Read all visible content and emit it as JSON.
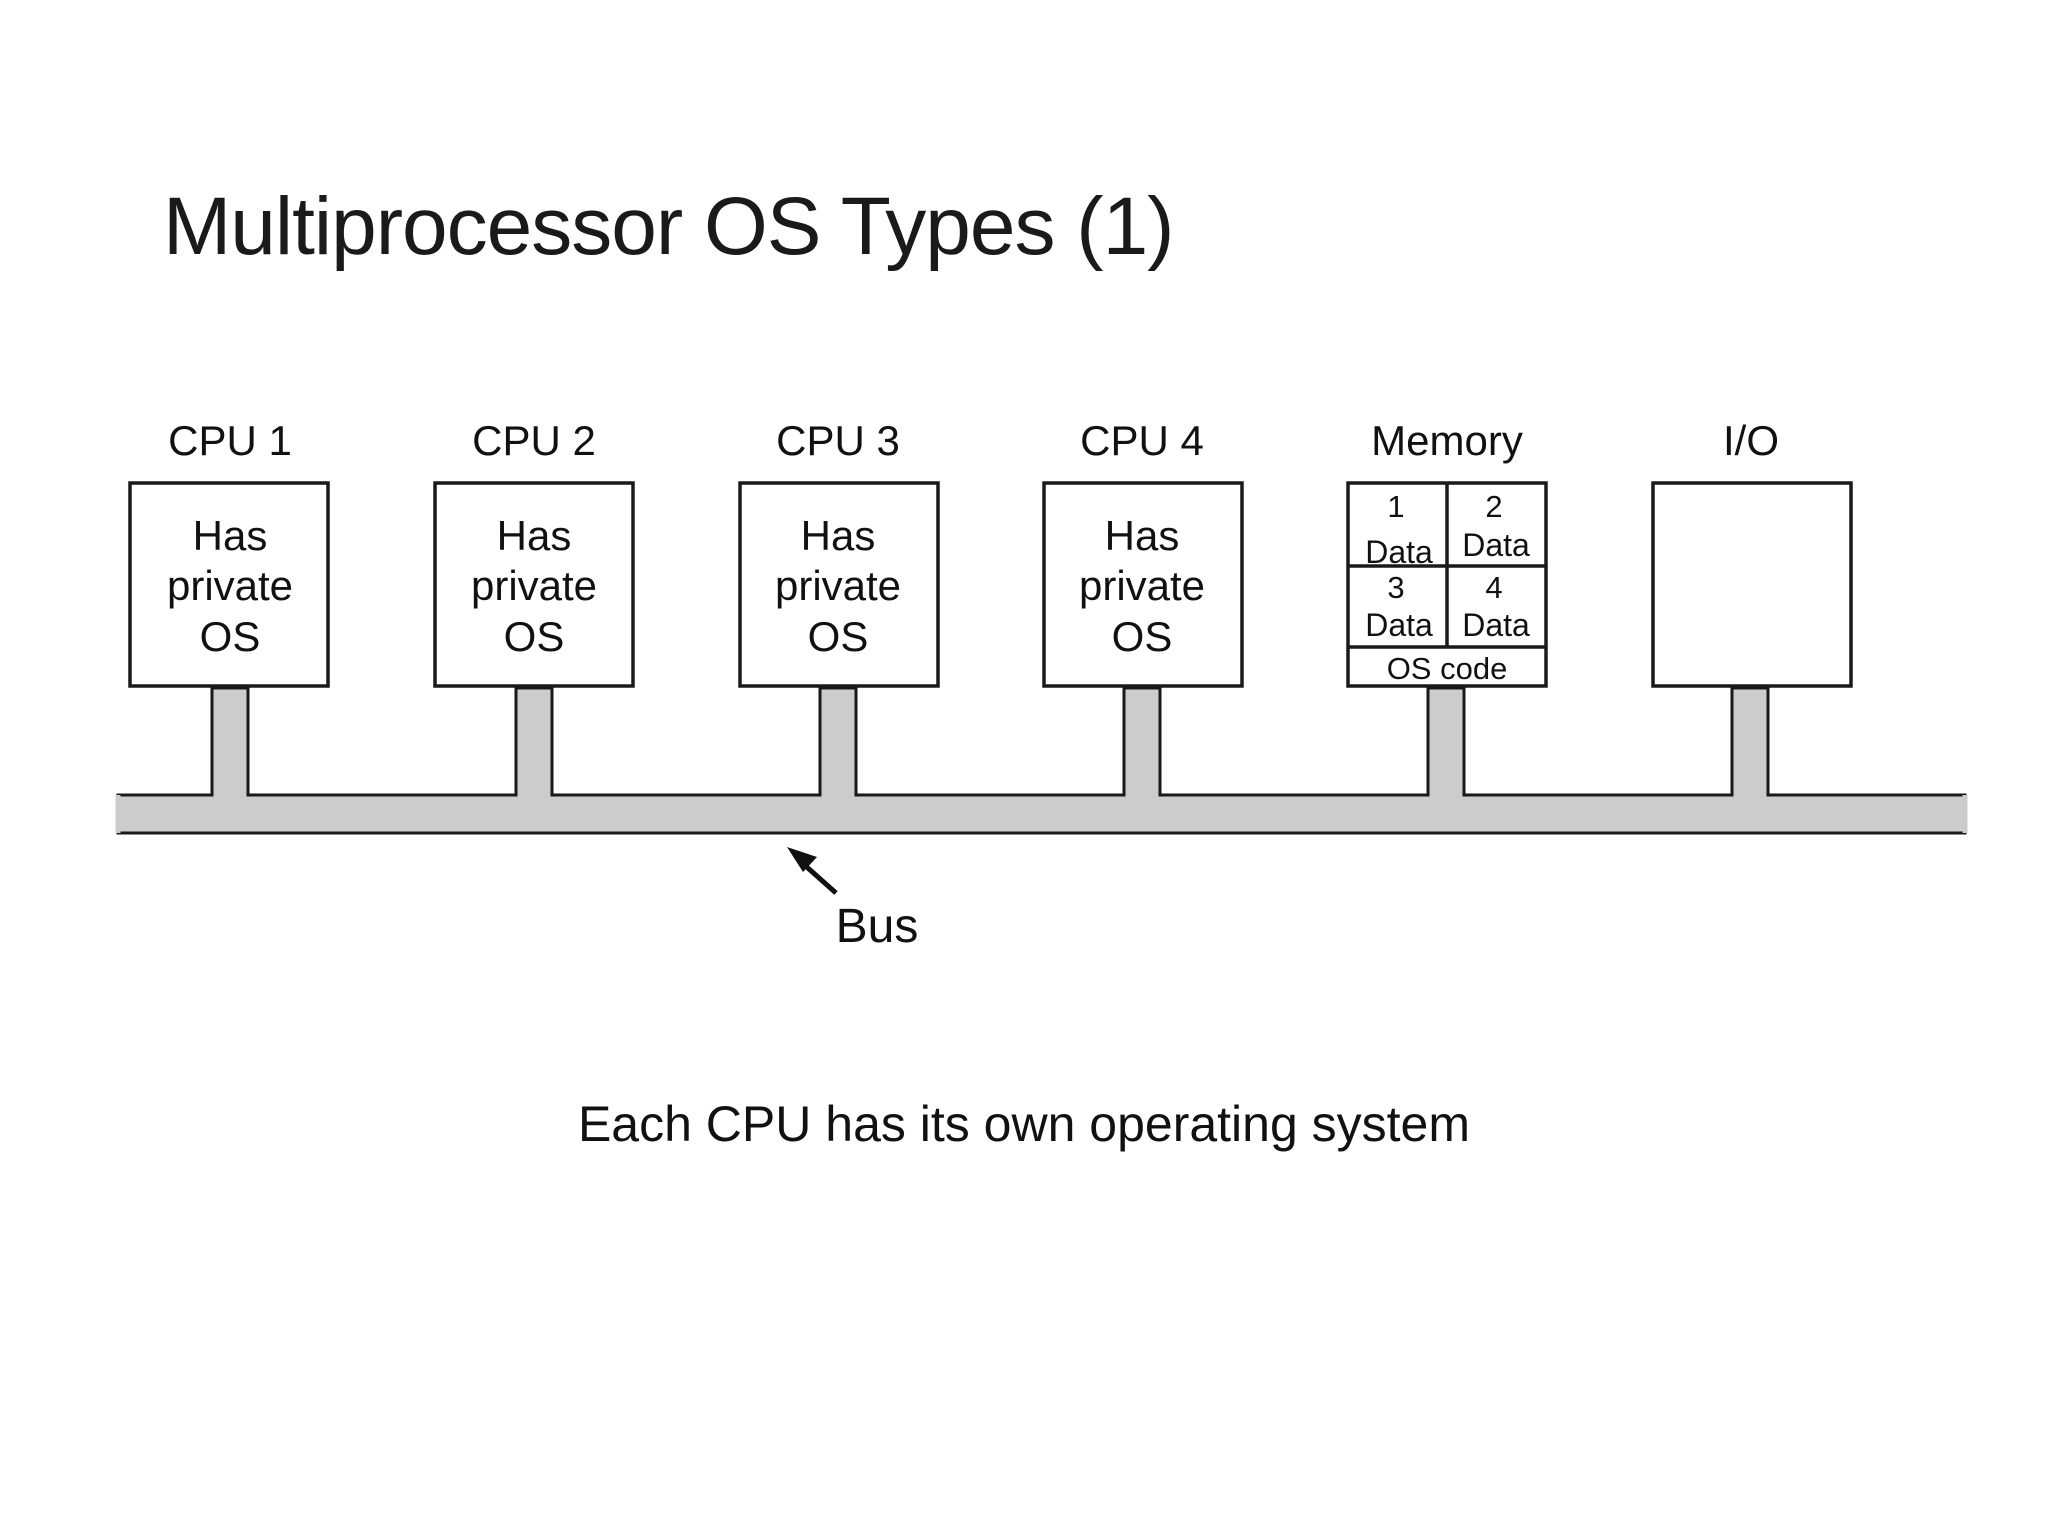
{
  "slide": {
    "title": "Multiprocessor OS Types (1)",
    "caption": "Each CPU has its own operating system"
  },
  "diagram": {
    "cpus": [
      {
        "label": "CPU 1",
        "text": [
          "Has",
          "private",
          "OS"
        ]
      },
      {
        "label": "CPU 2",
        "text": [
          "Has",
          "private",
          "OS"
        ]
      },
      {
        "label": "CPU 3",
        "text": [
          "Has",
          "private",
          "OS"
        ]
      },
      {
        "label": "CPU 4",
        "text": [
          "Has",
          "private",
          "OS"
        ]
      }
    ],
    "memory": {
      "label": "Memory",
      "cells": [
        {
          "num": "1",
          "text": "Data"
        },
        {
          "num": "2",
          "text": "Data"
        },
        {
          "num": "3",
          "text": "Data"
        },
        {
          "num": "4",
          "text": "Data"
        }
      ],
      "footer": "OS code"
    },
    "io": {
      "label": "I/O"
    },
    "bus": {
      "label": "Bus"
    },
    "colors": {
      "bus_fill": "#cccccc",
      "stroke": "#1a1a1a"
    }
  }
}
